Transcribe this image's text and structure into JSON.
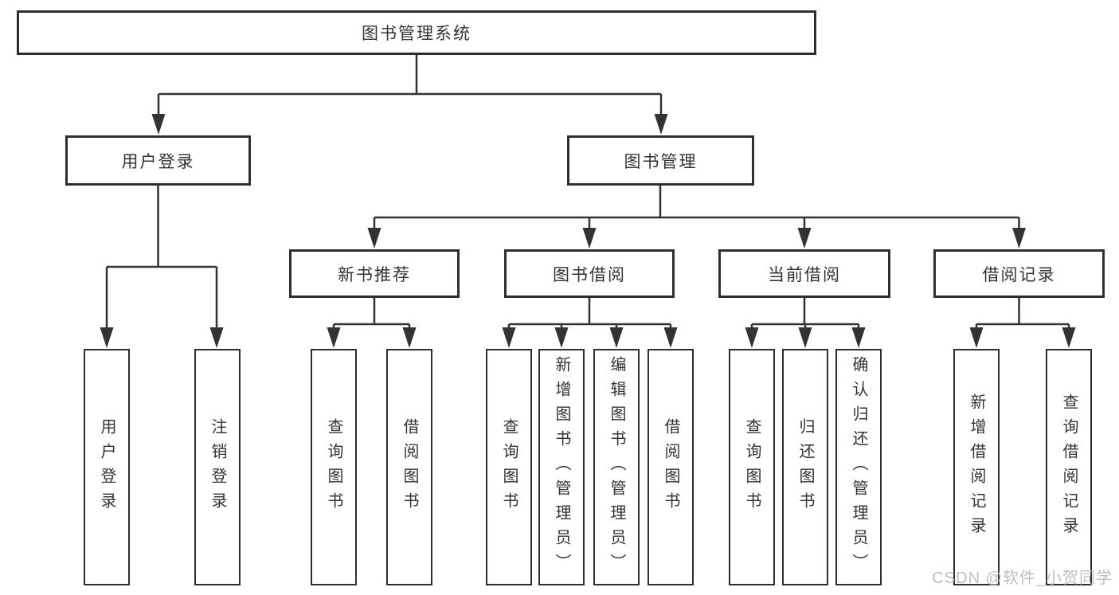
{
  "tree": {
    "root": {
      "label": "图书管理系统"
    },
    "branches": [
      {
        "label": "用户登录",
        "leaves": [
          {
            "label": "用户登录"
          },
          {
            "label": "注销登录"
          }
        ]
      },
      {
        "label": "图书管理",
        "groups": [
          {
            "label": "新书推荐",
            "leaves": [
              {
                "label": "查询图书"
              },
              {
                "label": "借阅图书"
              }
            ]
          },
          {
            "label": "图书借阅",
            "leaves": [
              {
                "label": "查询图书"
              },
              {
                "label": "新增图书（管理员）"
              },
              {
                "label": "编辑图书（管理员）"
              },
              {
                "label": "借阅图书"
              }
            ]
          },
          {
            "label": "当前借阅",
            "leaves": [
              {
                "label": "查询图书"
              },
              {
                "label": "归还图书"
              },
              {
                "label": "确认归还（管理员）"
              }
            ]
          },
          {
            "label": "借阅记录",
            "leaves": [
              {
                "label": "新增借阅记录"
              },
              {
                "label": "查询借阅记录"
              }
            ]
          }
        ]
      }
    ]
  },
  "watermark": {
    "text": "CSDN @软件_小贺同学"
  }
}
